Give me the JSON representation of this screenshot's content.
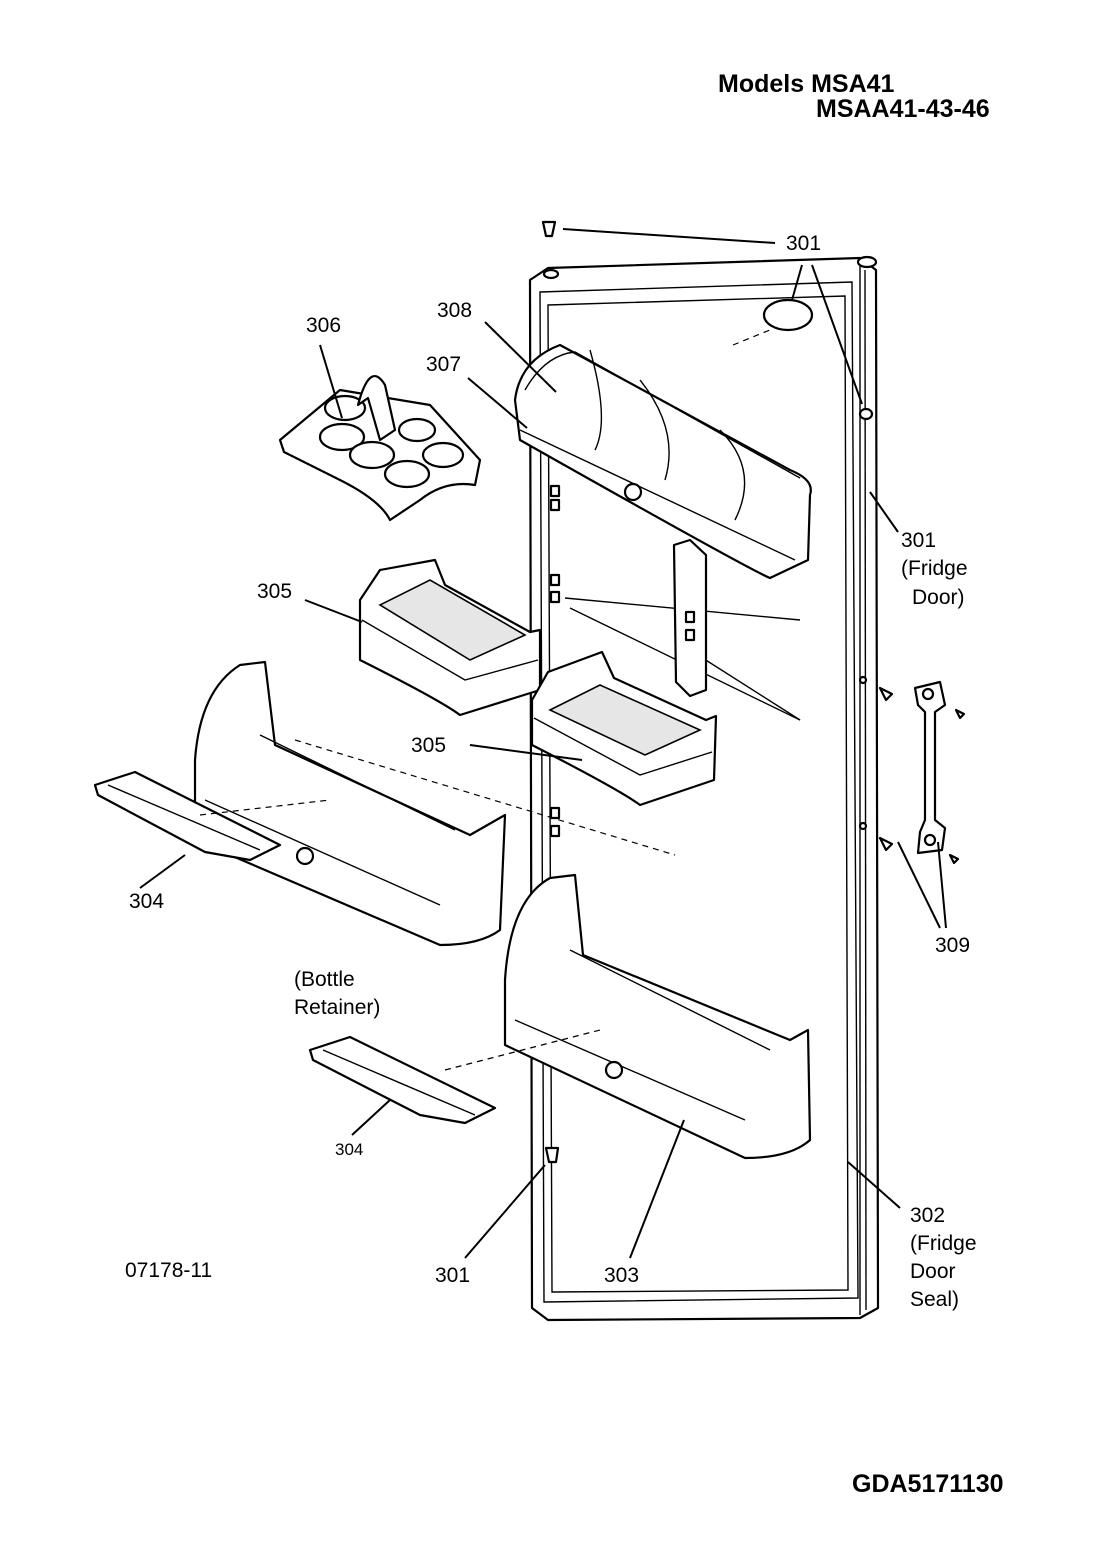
{
  "header": {
    "models_line1": "Models MSA41",
    "models_line2": "MSAA41-43-46"
  },
  "labels": {
    "l301_top": "301",
    "l308": "308",
    "l306": "306",
    "l307": "307",
    "l301_door_num": "301",
    "l301_door_text1": "(Fridge",
    "l301_door_text2": "Door)",
    "l305_upper": "305",
    "l305_mid": "305",
    "l304_left": "304",
    "l309": "309",
    "bottle_retainer1": "(Bottle",
    "bottle_retainer2": "Retainer)",
    "l304_small": "304",
    "l302_num": "302",
    "l302_text1": "(Fridge",
    "l302_text2": "Door",
    "l302_text3": "Seal)",
    "l301_bottom": "301",
    "l303": "303"
  },
  "footer": {
    "figure_ref": "07178-11",
    "drawing_code": "GDA5171130"
  }
}
